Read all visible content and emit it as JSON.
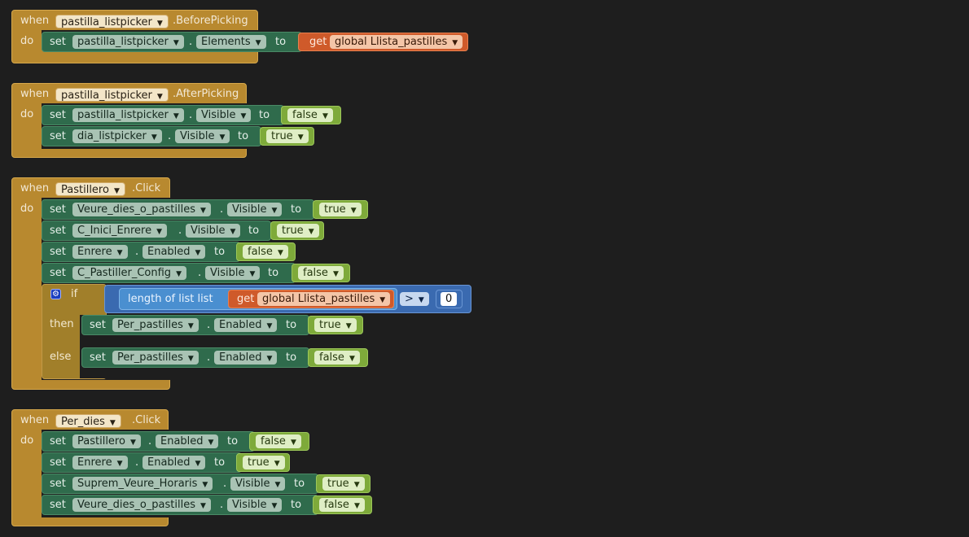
{
  "keywords": {
    "when": "when",
    "do": "do",
    "set": "set",
    "to": "to",
    "get": "get",
    "dot": ".",
    "if": "if",
    "then": "then",
    "else": "else",
    "length_of_list": "length of list  list"
  },
  "blocks": [
    {
      "component": "pastilla_listpicker",
      "event": ".BeforePicking",
      "sets": [
        {
          "component": "pastilla_listpicker",
          "property": "Elements",
          "get": "global Llista_pastilles"
        }
      ]
    },
    {
      "component": "pastilla_listpicker",
      "event": ".AfterPicking",
      "sets": [
        {
          "component": "pastilla_listpicker",
          "property": "Visible",
          "value": "false"
        },
        {
          "component": "dia_listpicker",
          "property": "Visible",
          "value": "true"
        }
      ]
    },
    {
      "component": "Pastillero",
      "event": ".Click",
      "sets": [
        {
          "component": "Veure_dies_o_pastilles",
          "property": "Visible",
          "value": "true"
        },
        {
          "component": "C_Inici_Enrere",
          "property": "Visible",
          "value": "true"
        },
        {
          "component": "Enrere",
          "property": "Enabled",
          "value": "false"
        },
        {
          "component": "C_Pastiller_Config",
          "property": "Visible",
          "value": "false"
        }
      ],
      "if_block": {
        "get": "global Llista_pastilles",
        "operator": ">",
        "number": "0",
        "then": {
          "component": "Per_pastilles",
          "property": "Enabled",
          "value": "true"
        },
        "else": {
          "component": "Per_pastilles",
          "property": "Enabled",
          "value": "false"
        }
      }
    },
    {
      "component": "Per_dies",
      "event": ".Click",
      "sets": [
        {
          "component": "Pastillero",
          "property": "Enabled",
          "value": "false"
        },
        {
          "component": "Enrere",
          "property": "Enabled",
          "value": "true"
        },
        {
          "component": "Suprem_Veure_Horaris",
          "property": "Visible",
          "value": "true"
        },
        {
          "component": "Veure_dies_o_pastilles",
          "property": "Visible",
          "value": "false"
        }
      ]
    }
  ],
  "colors": {
    "background": "#1e1e1e",
    "event_block": "#b8892f",
    "set_block": "#2f6b4c",
    "boolean_block": "#7eaa3a",
    "get_block": "#cf5a2a",
    "list_block": "#4a8fd0",
    "math_block": "#3a6ab0"
  }
}
